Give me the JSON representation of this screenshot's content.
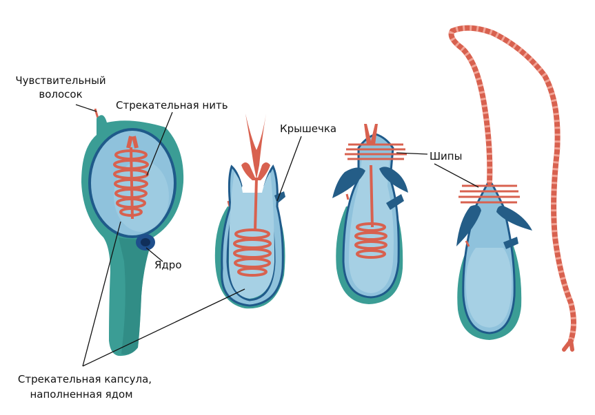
{
  "labels": {
    "hair_line1": "Чувствительный",
    "hair_line2": "волосок",
    "thread": "Стрекательная нить",
    "lid": "Крышечка",
    "spines": "Шипы",
    "nucleus": "Ядро",
    "capsule_line1": "Стрекательная капсула,",
    "capsule_line2": "наполненная ядом"
  },
  "colors": {
    "cell_teal": "#3b9d95",
    "cell_teal_dark": "#2a7f7a",
    "capsule_blue": "#8fc2dc",
    "capsule_border": "#1f5a8a",
    "thread_red": "#d8614f",
    "thread_light": "#f2a496",
    "nucleus_blue": "#1e4f8c",
    "spine_blue": "#245d87"
  }
}
